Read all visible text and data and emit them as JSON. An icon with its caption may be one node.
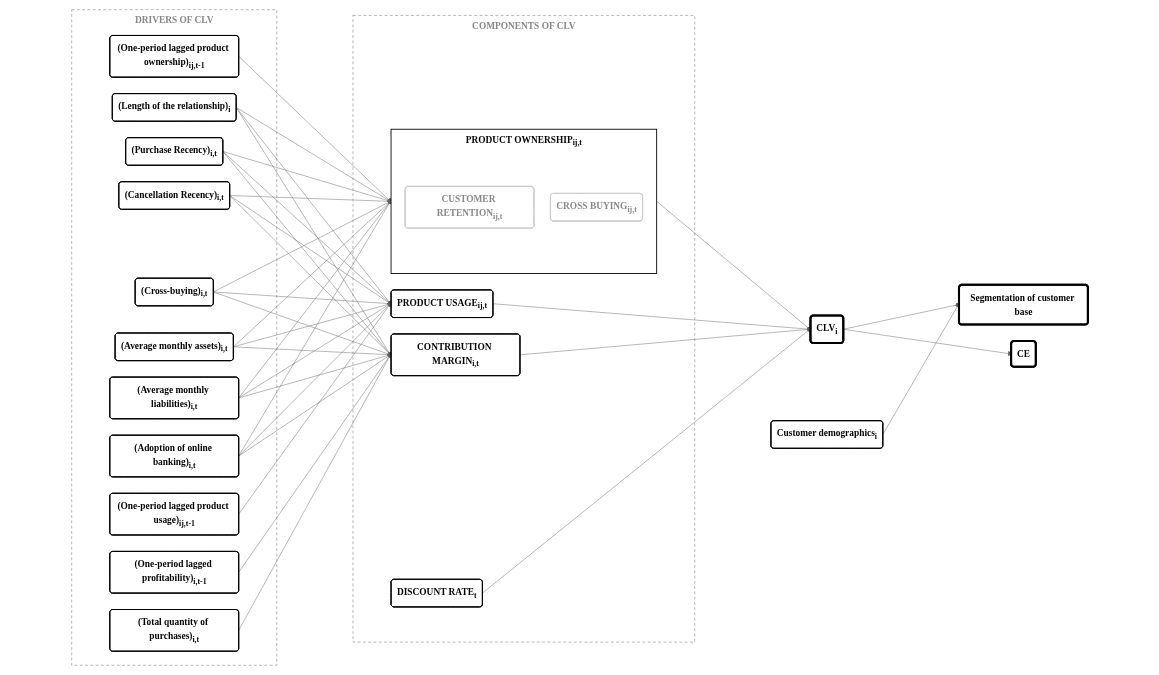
{
  "diagram": {
    "nodes": [
      {
        "text": [
          "DRIVERS OF CLV"
        ]
      },
      {
        "text": [
          "(One-period lagged product ownership)$_{ij,t-1}$"
        ],
        "in": 0
      },
      {
        "text": [
          "(Length of the relationship)$_{i}$"
        ],
        "in": 0
      },
      {
        "text": [
          "(Purchase Recency)$_{i,t}$"
        ],
        "in": 0
      },
      {
        "text": [
          "(Cancellation Recency)$_{i,t}$"
        ],
        "in": 0
      },
      {
        "text": [
          "(Cross-buying)$_{i,t}$"
        ],
        "in": 0
      },
      {
        "text": [
          "(Average monthly assets)$_{i,t}$"
        ],
        "in": 0
      },
      {
        "text": [
          "(Average monthly liabilities)$_{i,t}$"
        ],
        "in": 0
      },
      {
        "text": [
          "(Adoption of online banking)$_{i,t}$"
        ],
        "in": 0
      },
      {
        "text": [
          "(One-period lagged product usage)$_{ij,t-1}$"
        ],
        "in": 0
      },
      {
        "text": [
          "(One-period lagged profitability)$_{i,t-1}$"
        ],
        "in": 0
      },
      {
        "text": [
          "(Total quantity of purchases)$_{i,t}$"
        ],
        "in": 0
      },
      {
        "text": [
          "COMPONENTS OF CLV"
        ]
      },
      {
        "text": [
          "PRODUCT OWNERSHIP$_{ij,t}$"
        ],
        "in": 12
      },
      {
        "text": [
          "CUSTOMER RETENTION$_{ij,t}$"
        ],
        "in": 13
      },
      {
        "text": [
          "CROSS BUYING$_{ij,t}$"
        ],
        "in": 13
      },
      {
        "text": [
          "PRODUCT USAGE$_{ij,t}$"
        ],
        "in": 12
      },
      {
        "text": [
          "CONTRIBUTION MARGIN$_{i,t}$"
        ],
        "in": 12
      },
      {
        "text": [
          "DISCOUNT RATE$_{t}$"
        ],
        "in": 12
      },
      {
        "text": [
          "CLV$_{i}$"
        ]
      },
      {
        "text": [
          "Customer demographics$_{i}$"
        ]
      },
      {
        "text": [
          "CE"
        ]
      },
      {
        "text": [
          "Segmentation of customer base"
        ]
      }
    ],
    "edges": [
      {
        "from": 1,
        "to": 13,
        "arrow": "to"
      },
      {
        "from": 2,
        "to": 13,
        "arrow": "to"
      },
      {
        "from": 3,
        "to": 13,
        "arrow": "to"
      },
      {
        "from": 4,
        "to": 13,
        "arrow": "to"
      },
      {
        "from": 5,
        "to": 13,
        "arrow": "to"
      },
      {
        "from": 6,
        "to": 13,
        "arrow": "to"
      },
      {
        "from": 7,
        "to": 13,
        "arrow": "to"
      },
      {
        "from": 8,
        "to": 13,
        "arrow": "to"
      },
      {
        "from": 2,
        "to": 16,
        "arrow": "to"
      },
      {
        "from": 3,
        "to": 16,
        "arrow": "to"
      },
      {
        "from": 4,
        "to": 16,
        "arrow": "to"
      },
      {
        "from": 5,
        "to": 16,
        "arrow": "to"
      },
      {
        "from": 6,
        "to": 16,
        "arrow": "to"
      },
      {
        "from": 7,
        "to": 16,
        "arrow": "to"
      },
      {
        "from": 8,
        "to": 16,
        "arrow": "to"
      },
      {
        "from": 9,
        "to": 16,
        "arrow": "to"
      },
      {
        "from": 2,
        "to": 17,
        "arrow": "to"
      },
      {
        "from": 3,
        "to": 17,
        "arrow": "to"
      },
      {
        "from": 4,
        "to": 17,
        "arrow": "to"
      },
      {
        "from": 5,
        "to": 17,
        "arrow": "to"
      },
      {
        "from": 6,
        "to": 17,
        "arrow": "to"
      },
      {
        "from": 7,
        "to": 17,
        "arrow": "to"
      },
      {
        "from": 8,
        "to": 17,
        "arrow": "to"
      },
      {
        "from": 10,
        "to": 17,
        "arrow": "to"
      },
      {
        "from": 11,
        "to": 17,
        "arrow": "to"
      },
      {
        "from": 13,
        "to": 19,
        "arrow": "to"
      },
      {
        "from": 16,
        "to": 19,
        "arrow": "to"
      },
      {
        "from": 17,
        "to": 19,
        "arrow": "to"
      },
      {
        "from": 18,
        "to": 19,
        "arrow": "to"
      },
      {
        "from": 19,
        "to": 21,
        "arrow": "to"
      },
      {
        "from": 19,
        "to": 22,
        "arrow": "to"
      },
      {
        "from": 20,
        "to": 22,
        "arrow": "to"
      }
    ]
  }
}
